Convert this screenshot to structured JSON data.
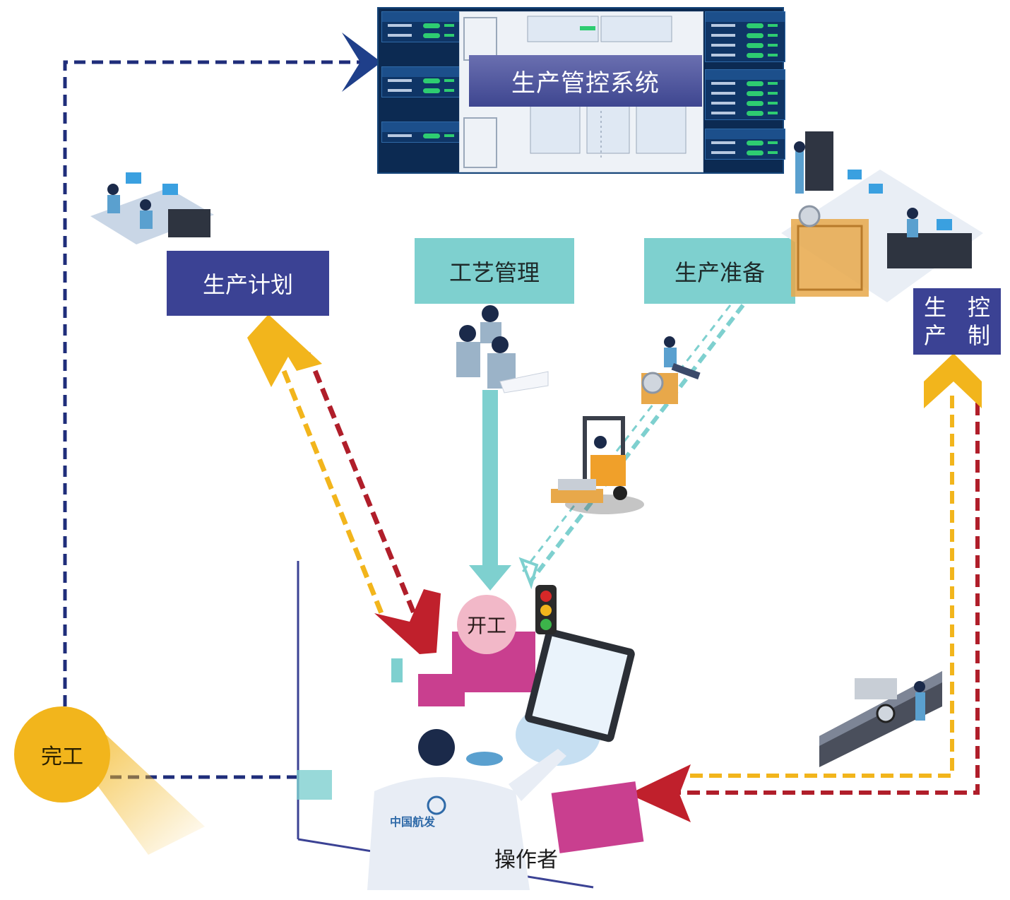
{
  "labels": {
    "system": "生产管控系统",
    "plan": "生产计划",
    "process": "工艺管理",
    "prep": "生产准备",
    "control": [
      "生产",
      "控制"
    ],
    "start": "开工",
    "finish": "完工",
    "operator": "操作者",
    "jacket_logo": "中国航发"
  },
  "colors": {
    "navy_dash": "#1f2d7a",
    "yellow_dash": "#f2b51c",
    "red_dash": "#b01e2a",
    "teal": "#7ed0cf",
    "purple_box": "#3b4294",
    "magenta": "#c93f8f"
  },
  "icons": [
    "traffic-light-icon",
    "tablet-icon",
    "forklift-icon",
    "hand-truck-icon",
    "office-workstation-icon",
    "server-rack-icon",
    "conveyor-icon"
  ]
}
